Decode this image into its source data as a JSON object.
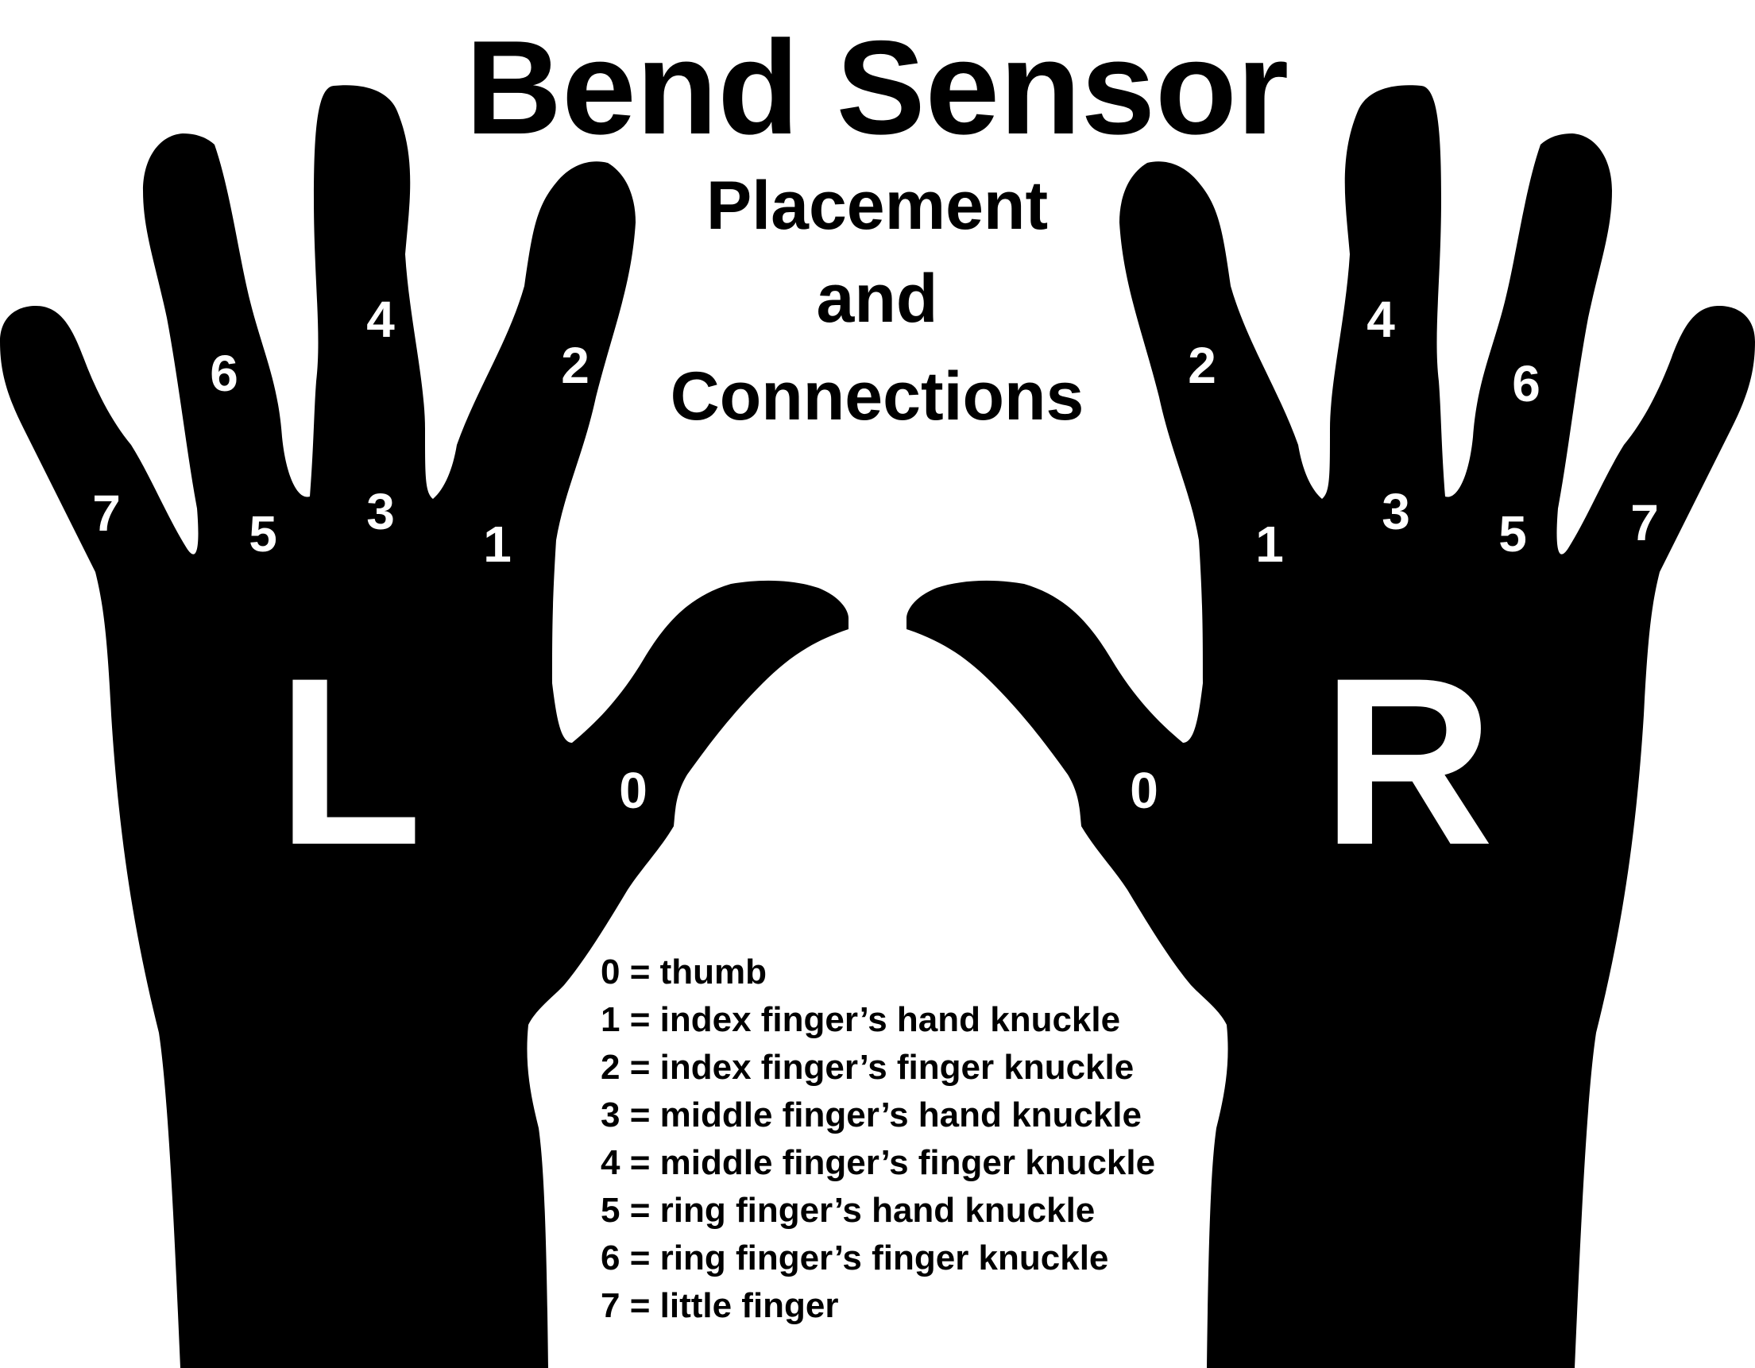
{
  "title": "Bend Sensor",
  "subtitle_lines": [
    "Placement",
    "and",
    "Connections"
  ],
  "hands": {
    "left": {
      "letter": "L",
      "labels": {
        "s0": "0",
        "s1": "1",
        "s2": "2",
        "s3": "3",
        "s4": "4",
        "s5": "5",
        "s6": "6",
        "s7": "7"
      }
    },
    "right": {
      "letter": "R",
      "labels": {
        "s0": "0",
        "s1": "1",
        "s2": "2",
        "s3": "3",
        "s4": "4",
        "s5": "5",
        "s6": "6",
        "s7": "7"
      }
    }
  },
  "legend": [
    "0 = thumb",
    "1 = index finger’s hand knuckle",
    "2 = index finger’s finger knuckle",
    "3 = middle finger’s hand knuckle",
    "4 = middle finger’s finger knuckle",
    "5 = ring finger’s hand knuckle",
    "6 = ring finger’s finger knuckle",
    "7 = little finger"
  ],
  "colors": {
    "hand": "#000000",
    "label": "#ffffff",
    "text": "#000000",
    "background": "#ffffff"
  }
}
